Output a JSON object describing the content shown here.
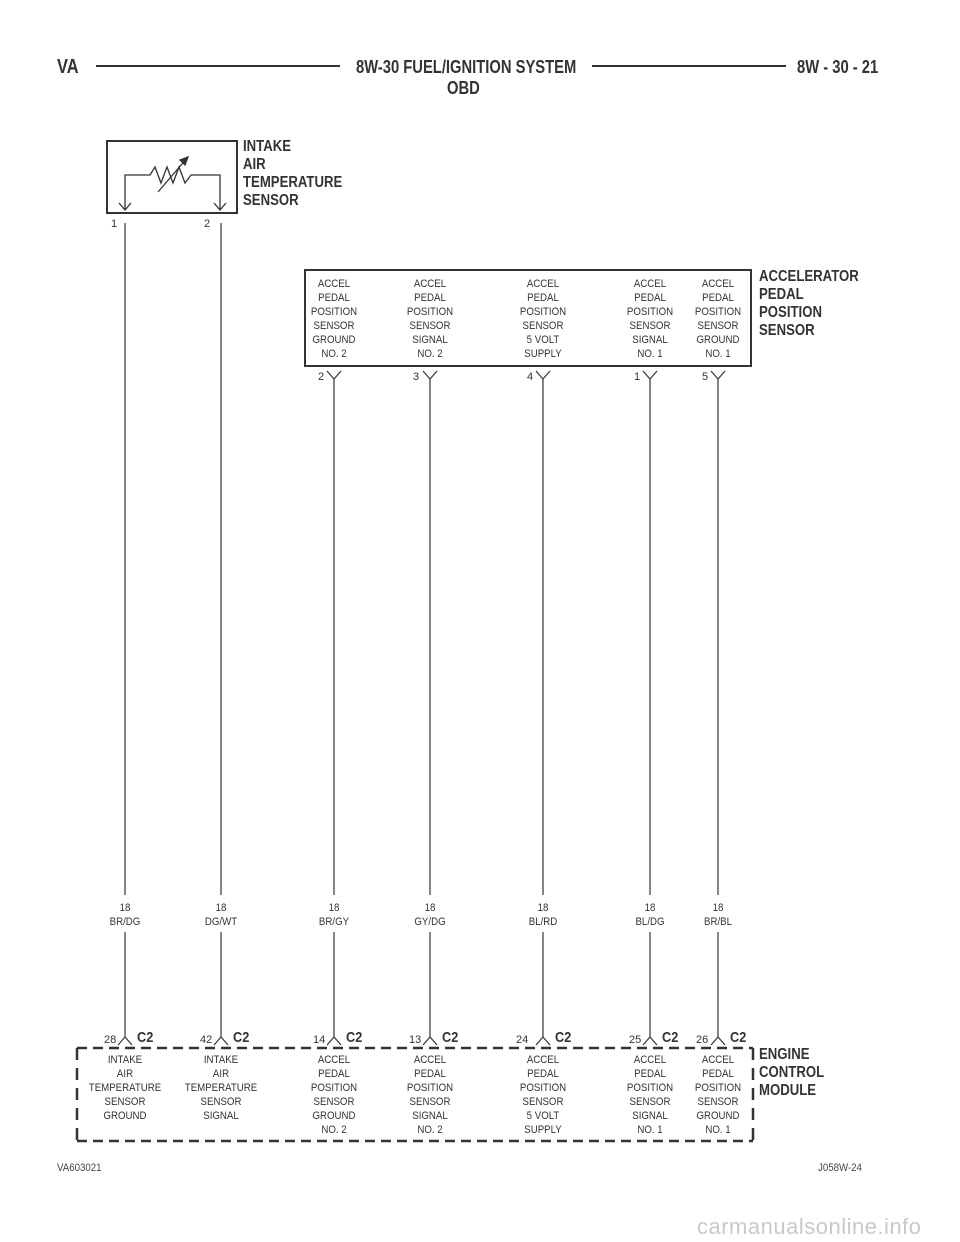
{
  "header": {
    "left": "VA",
    "title_line1": "8W-30 FUEL/IGNITION SYSTEM",
    "title_line2": "OBD",
    "right": "8W - 30 - 21"
  },
  "iat_sensor": {
    "title_lines": [
      "INTAKE",
      "AIR",
      "TEMPERATURE",
      "SENSOR"
    ],
    "pins": [
      "1",
      "2"
    ]
  },
  "apps": {
    "title_lines": [
      "ACCELERATOR",
      "PEDAL",
      "POSITION",
      "SENSOR"
    ],
    "circuits": [
      {
        "label": "ACCEL\nPEDAL\nPOSITION\nSENSOR\nGROUND\nNO. 2",
        "pin": "2"
      },
      {
        "label": "ACCEL\nPEDAL\nPOSITION\nSENSOR\nSIGNAL\nNO. 2",
        "pin": "3"
      },
      {
        "label": "ACCEL\nPEDAL\nPOSITION\nSENSOR\n5 VOLT\nSUPPLY",
        "pin": "4"
      },
      {
        "label": "ACCEL\nPEDAL\nPOSITION\nSENSOR\nSIGNAL\nNO. 1",
        "pin": "1"
      },
      {
        "label": "ACCEL\nPEDAL\nPOSITION\nSENSOR\nGROUND\nNO. 1",
        "pin": "5"
      }
    ]
  },
  "wires": [
    {
      "gauge": "18",
      "color": "BR/DG"
    },
    {
      "gauge": "18",
      "color": "DG/WT"
    },
    {
      "gauge": "18",
      "color": "BR/GY"
    },
    {
      "gauge": "18",
      "color": "GY/DG"
    },
    {
      "gauge": "18",
      "color": "BL/RD"
    },
    {
      "gauge": "18",
      "color": "BL/DG"
    },
    {
      "gauge": "18",
      "color": "BR/BL"
    }
  ],
  "ecm": {
    "title_lines": [
      "ENGINE",
      "CONTROL",
      "MODULE"
    ],
    "connector": "C2",
    "pins": [
      {
        "pin": "28",
        "label": "INTAKE\nAIR\nTEMPERATURE\nSENSOR\nGROUND"
      },
      {
        "pin": "42",
        "label": "INTAKE\nAIR\nTEMPERATURE\nSENSOR\nSIGNAL"
      },
      {
        "pin": "14",
        "label": "ACCEL\nPEDAL\nPOSITION\nSENSOR\nGROUND\nNO. 2"
      },
      {
        "pin": "13",
        "label": "ACCEL\nPEDAL\nPOSITION\nSENSOR\nSIGNAL\nNO. 2"
      },
      {
        "pin": "24",
        "label": "ACCEL\nPEDAL\nPOSITION\nSENSOR\n5 VOLT\nSUPPLY"
      },
      {
        "pin": "25",
        "label": "ACCEL\nPEDAL\nPOSITION\nSENSOR\nSIGNAL\nNO. 1"
      },
      {
        "pin": "26",
        "label": "ACCEL\nPEDAL\nPOSITION\nSENSOR\nGROUND\nNO. 1"
      }
    ]
  },
  "footer": {
    "left": "VA603021",
    "right": "J058W-24"
  },
  "watermark": "carmanualsonline.info",
  "colors": {
    "line": "#333333",
    "watermark": "#c9c9c9"
  }
}
